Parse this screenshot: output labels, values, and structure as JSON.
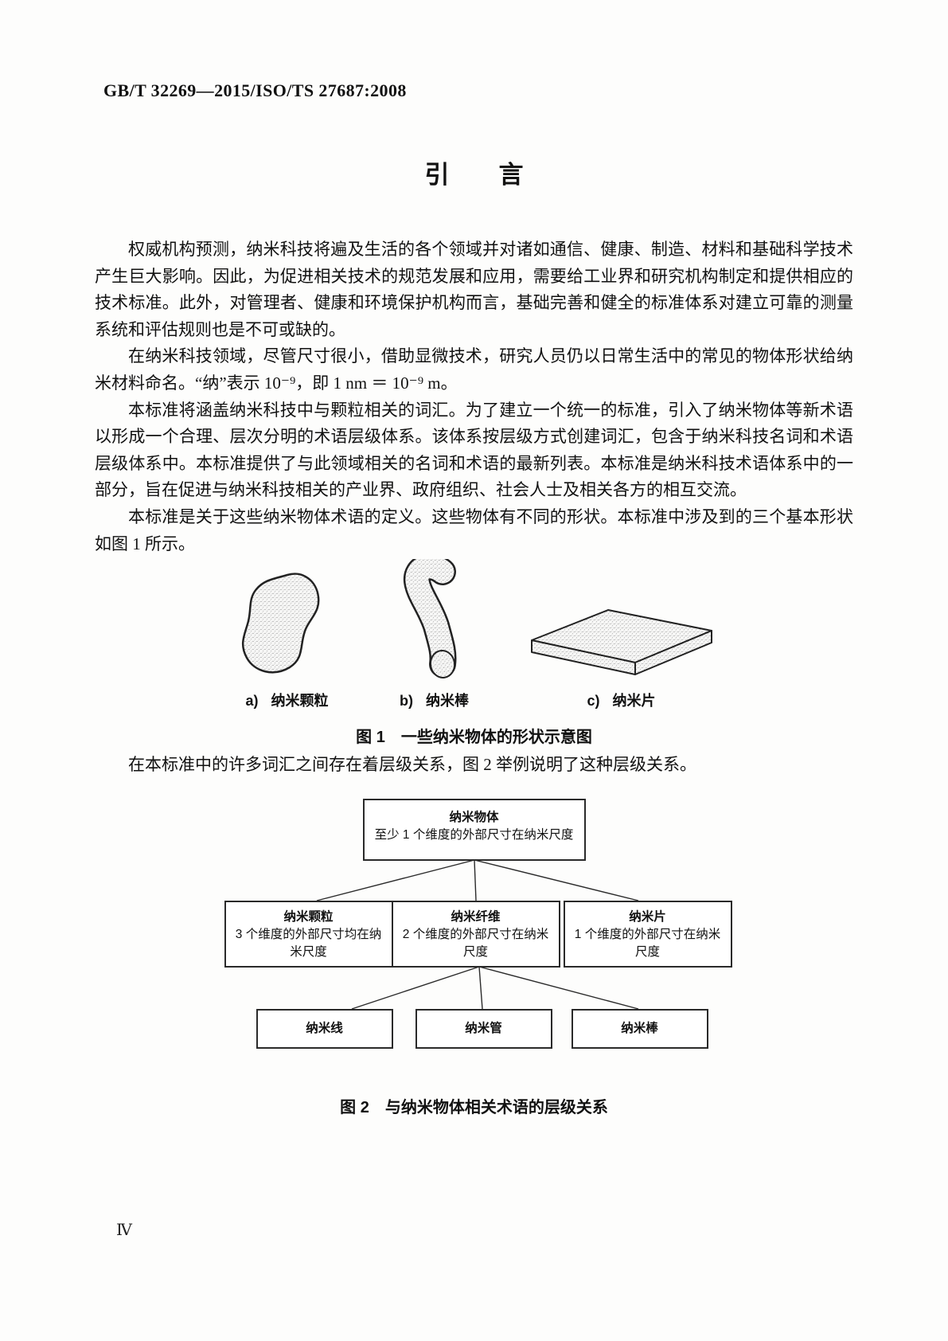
{
  "page": {
    "header": "GB/T 32269—2015/ISO/TS 27687:2008",
    "title": "引　　言",
    "page_number": "Ⅳ"
  },
  "paragraphs": {
    "p1": "权威机构预测，纳米科技将遍及生活的各个领域并对诸如通信、健康、制造、材料和基础科学技术产生巨大影响。因此，为促进相关技术的规范发展和应用，需要给工业界和研究机构制定和提供相应的技术标准。此外，对管理者、健康和环境保护机构而言，基础完善和健全的标准体系对建立可靠的测量系统和评估规则也是不可或缺的。",
    "p2": "在纳米科技领域，尽管尺寸很小，借助显微技术，研究人员仍以日常生活中的常见的物体形状给纳米材料命名。“纳”表示 10⁻⁹，即 1 nm ＝ 10⁻⁹ m。",
    "p3": "本标准将涵盖纳米科技中与颗粒相关的词汇。为了建立一个统一的标准，引入了纳米物体等新术语以形成一个合理、层次分明的术语层级体系。该体系按层级方式创建词汇，包含于纳米科技名词和术语层级体系中。本标准提供了与此领域相关的名词和术语的最新列表。本标准是纳米科技术语体系中的一部分，旨在促进与纳米科技相关的产业界、政府组织、社会人士及相关各方的相互交流。",
    "p4": "本标准是关于这些纳米物体术语的定义。这些物体有不同的形状。本标准中涉及到的三个基本形状如图 1 所示。",
    "p5": "在本标准中的许多词汇之间存在着层级关系，图 2 举例说明了这种层级关系。"
  },
  "figure1": {
    "shape_names": [
      "nanoparticle-blob",
      "nanorod-curved",
      "nanosheet-slab"
    ],
    "labels": [
      {
        "key": "a)",
        "text": "纳米颗粒"
      },
      {
        "key": "b)",
        "text": "纳米棒"
      },
      {
        "key": "c)",
        "text": "纳米片"
      }
    ],
    "caption": "图 1　一些纳米物体的形状示意图"
  },
  "figure2": {
    "root": {
      "title": "纳米物体",
      "desc": "至少 1 个维度的外部尺寸在纳米尺度"
    },
    "level2": [
      {
        "title": "纳米颗粒",
        "desc": "3 个维度的外部尺寸均在纳米尺度"
      },
      {
        "title": "纳米纤维",
        "desc": "2 个维度的外部尺寸在纳米尺度"
      },
      {
        "title": "纳米片",
        "desc": "1 个维度的外部尺寸在纳米尺度"
      }
    ],
    "level3": [
      "纳米线",
      "纳米管",
      "纳米棒"
    ],
    "caption": "图 2　与纳米物体相关术语的层级关系"
  },
  "colors": {
    "ink": "#111111",
    "line": "#2a2a2a",
    "paper": "#fdfdfc"
  }
}
